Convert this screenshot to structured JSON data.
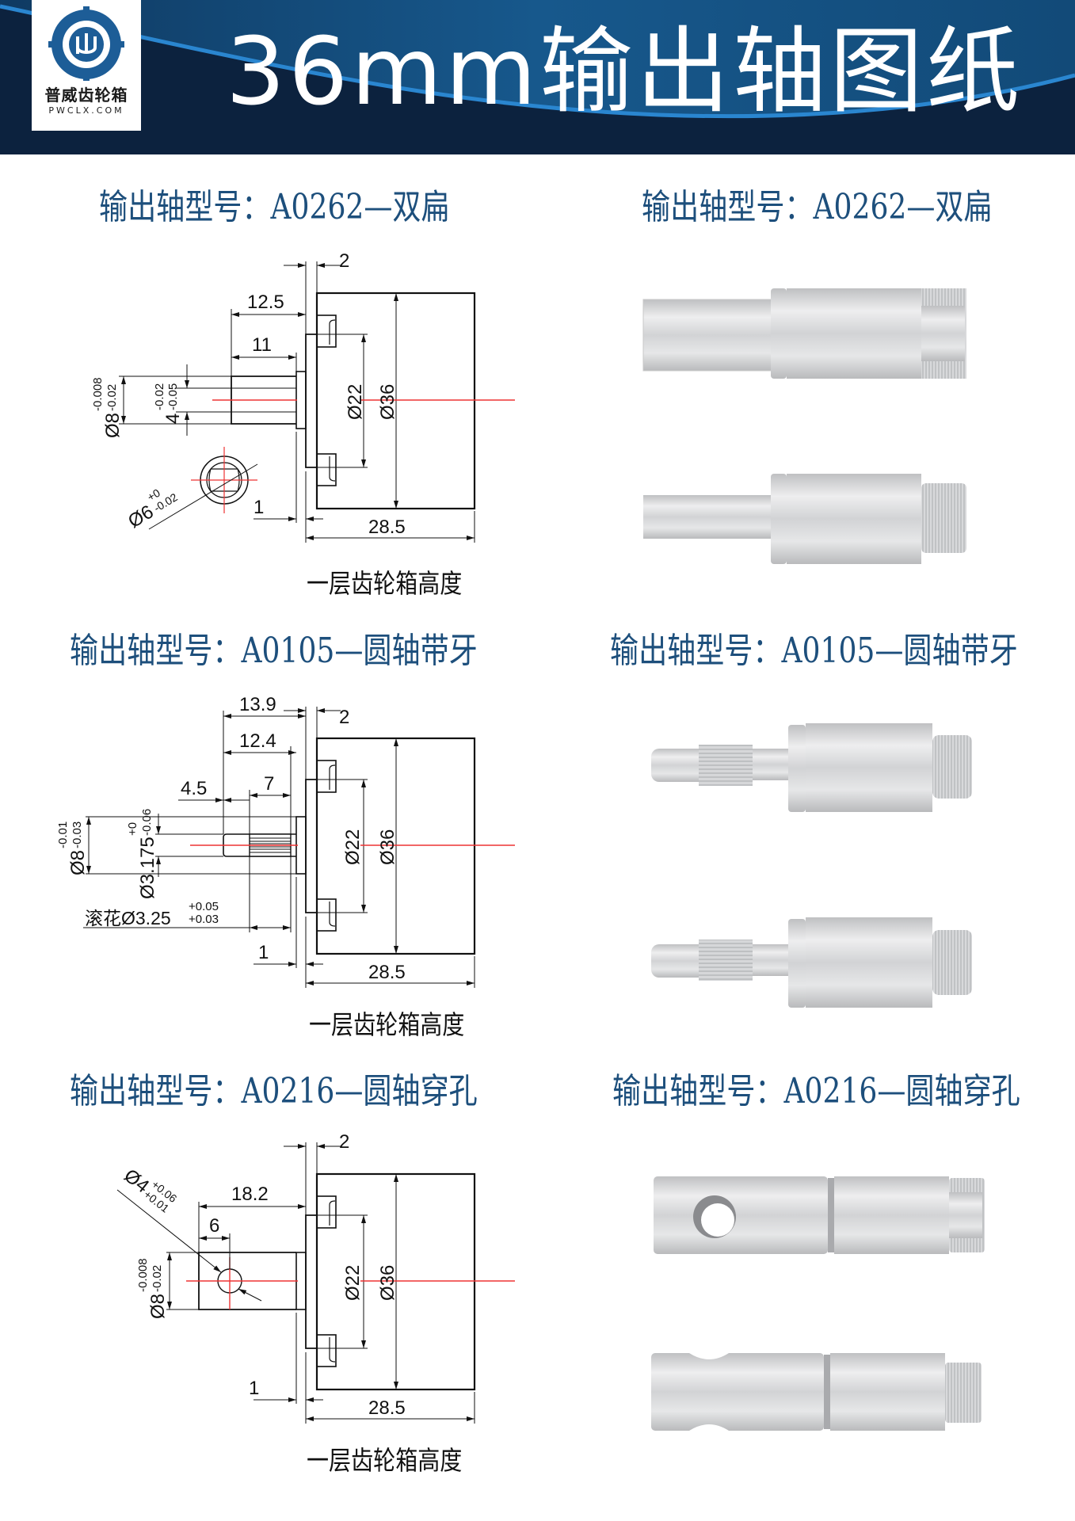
{
  "header": {
    "title": "36mm输出轴图纸",
    "logo": {
      "name_cn": "普威齿轮箱",
      "domain": "PWCLX.COM",
      "icon": "gear-p-logo-icon"
    },
    "colors": {
      "background": "#0c223e",
      "accent": "#1d5d97",
      "title": "#ffffff"
    }
  },
  "sections": [
    {
      "title": "输出轴型号：A0262—双扁",
      "photo_title": "输出轴型号：A0262—双扁",
      "caption": "一层齿轮箱高度",
      "dims": {
        "flange_gap": "2",
        "len_total": "12.5",
        "len_flat": "11",
        "shaft_dia": "Ø8",
        "shaft_tol_upper": "-0.008",
        "shaft_tol_lower": "-0.02",
        "flat_width": "4",
        "flat_tol_upper": "-0.02",
        "flat_tol_lower": "-0.05",
        "end_dia": "Ø6",
        "end_tol_upper": "+0",
        "end_tol_lower": "-0.02",
        "collar": "1",
        "boss_dia": "Ø22",
        "body_dia": "Ø36",
        "body_len": "28.5"
      }
    },
    {
      "title": "输出轴型号：A0105—圆轴带牙",
      "photo_title": "输出轴型号：A0105—圆轴带牙",
      "caption": "一层齿轮箱高度",
      "dims": {
        "len_total": "13.9",
        "flange_gap": "2",
        "len_knurl_end": "12.4",
        "len_knurl": "7",
        "len_tip": "4.5",
        "shaft_dia": "Ø8",
        "shaft_tol_upper": "-0.01",
        "shaft_tol_lower": "-0.03",
        "tip_dia": "Ø3.175",
        "tip_tol_upper": "+0",
        "tip_tol_lower": "-0.06",
        "knurl_label": "滚花Ø3.25",
        "knurl_tol_upper": "+0.05",
        "knurl_tol_lower": "+0.03",
        "collar": "1",
        "boss_dia": "Ø22",
        "body_dia": "Ø36",
        "body_len": "28.5"
      }
    },
    {
      "title": "输出轴型号：A0216—圆轴穿孔",
      "photo_title": "输出轴型号：A0216—圆轴穿孔",
      "caption": "一层齿轮箱高度",
      "dims": {
        "flange_gap": "2",
        "hole_dia": "Ø4",
        "hole_tol_upper": "+0.06",
        "hole_tol_lower": "+0.01",
        "len_total": "18.2",
        "hole_pos": "6",
        "shaft_dia": "Ø8",
        "shaft_tol_upper": "-0.008",
        "shaft_tol_lower": "-0.02",
        "collar": "1",
        "boss_dia": "Ø22",
        "body_dia": "Ø36",
        "body_len": "28.5"
      }
    }
  ]
}
